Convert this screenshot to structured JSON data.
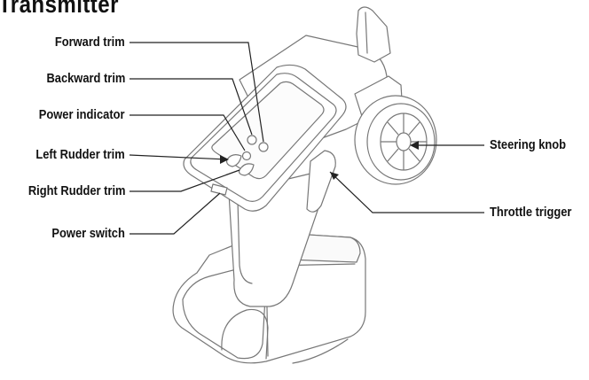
{
  "title": "Transmitter",
  "callouts": {
    "forward_trim": "Forward trim",
    "backward_trim": "Backward trim",
    "power_indicator": "Power indicator",
    "left_rudder_trim": "Left Rudder trim",
    "right_rudder_trim": "Right Rudder trim",
    "power_switch": "Power switch",
    "steering_knob": "Steering knob",
    "throttle_trigger": "Throttle trigger"
  },
  "colors": {
    "text": "#111111",
    "outline": "#777777",
    "leader": "#222222"
  }
}
